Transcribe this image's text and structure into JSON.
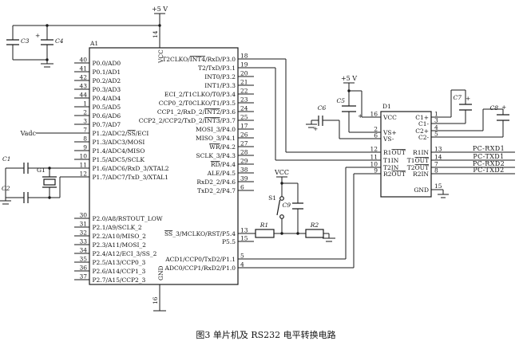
{
  "caption": "图3  单片机及 RS232 电平转换电路",
  "power": {
    "vcc_left": "+5 V",
    "vcc_right": "+5 V",
    "vcc_reset": "VCC",
    "vadc": "Vadc"
  },
  "symbols": {
    "plus": "+"
  },
  "mcu": {
    "ref": "A1",
    "power_pin": {
      "num": "14",
      "label": "VCC"
    },
    "ground_pin": {
      "num": "16",
      "label": "GND"
    },
    "left_pins": [
      {
        "num": "40",
        "label": "P0.0/AD0"
      },
      {
        "num": "41",
        "label": "P0.1/AD1"
      },
      {
        "num": "42",
        "label": "P0.2/AD2"
      },
      {
        "num": "43",
        "label": "P0.3/AD3"
      },
      {
        "num": "44",
        "label": "P0.4/AD4"
      },
      {
        "num": "1",
        "label": "P0.5/AD5"
      },
      {
        "num": "2",
        "label": "P0.6/AD6"
      },
      {
        "num": "3",
        "label": "P0.7/AD7"
      },
      {
        "num": "7",
        "label": "P1.2/ADC2/SS/ECI",
        "ov": "SS"
      },
      {
        "num": "8",
        "label": "P1.3/ADC3/MOSI"
      },
      {
        "num": "9",
        "label": "P1.4/ADC4/MISO"
      },
      {
        "num": "10",
        "label": "P1.5/ADC5/SCLK"
      },
      {
        "num": "11",
        "label": "P1.6/ADC6/RxD_3/XTAL2"
      },
      {
        "num": "12",
        "label": "P1.7/ADC7/TxD_3/XTAL1"
      },
      {
        "num": "30",
        "label": "P2.0/A8/RSTOUT_LOW"
      },
      {
        "num": "31",
        "label": "P2.1/A9/SCLK_2"
      },
      {
        "num": "32",
        "label": "P2.2/A10/MISO_2"
      },
      {
        "num": "33",
        "label": "P2.3/A11/MOSI_2"
      },
      {
        "num": "34",
        "label": "P2.4/A12/ECI_3/SS_2"
      },
      {
        "num": "35",
        "label": "P2.5/A13/CCP0_3"
      },
      {
        "num": "36",
        "label": "P2.6/A14/CCP1_3"
      },
      {
        "num": "37",
        "label": "P2.7/A15/CCP2_3"
      }
    ],
    "right_pins": [
      {
        "num": "18",
        "label": "T2CLKO/INT4/RxD/P3.0",
        "ov": "INT4"
      },
      {
        "num": "19",
        "label": "T2/TxD/P3.1"
      },
      {
        "num": "20",
        "label": "INT0/P3.2"
      },
      {
        "num": "21",
        "label": "INT1/P3.3"
      },
      {
        "num": "22",
        "label": "ECI_2/T1CLKO/T0/P3.4"
      },
      {
        "num": "23",
        "label": "CCP0_2/T0CLKO/T1/P3.5"
      },
      {
        "num": "24",
        "label": "CCP1_2/RxD_2/INT2/P3.6",
        "ov": "INT2"
      },
      {
        "num": "25",
        "label": "CCP2_2/CCP2/TxD_2/INT3/P3.7",
        "ov": "INT3"
      },
      {
        "num": "17",
        "label": "MOSI_3/P4.0"
      },
      {
        "num": "26",
        "label": "MISO_3/P4.1"
      },
      {
        "num": "27",
        "label": "WR/P4.2",
        "ov": "WR"
      },
      {
        "num": "28",
        "label": "SCLK_3/P4.3"
      },
      {
        "num": "29",
        "label": "RD/P4.4",
        "ov": "RD"
      },
      {
        "num": "38",
        "label": "ALE/P4.5"
      },
      {
        "num": "39",
        "label": "RxD2_2/P4.6"
      },
      {
        "num": "6",
        "label": "TxD2_2/P4.7"
      },
      {
        "num": "13",
        "label": "SS_3/MCLKO/RST/P5.4",
        "ov": "SS"
      },
      {
        "num": "15",
        "label": "P5.5"
      },
      {
        "num": "5",
        "label": "ACD1/CCP0/TxD2/P1.1"
      },
      {
        "num": "4",
        "label": "ADC0/CCP1/RxD2/P1.0"
      }
    ]
  },
  "driver": {
    "ref": "D1",
    "left_pins": [
      {
        "num": "16",
        "label": "VCC"
      },
      {
        "num": "2",
        "label": "VS+"
      },
      {
        "num": "6",
        "label": "VS-"
      },
      {
        "num": "12",
        "label": "R1OUT",
        "ov": "OUT"
      },
      {
        "num": "11",
        "label": "T1IN"
      },
      {
        "num": "10",
        "label": "T2IN"
      },
      {
        "num": "9",
        "label": "R2OUT",
        "ov": "OUT"
      }
    ],
    "right_pins": [
      {
        "num": "1",
        "label": "C1+"
      },
      {
        "num": "3",
        "label": "C1-"
      },
      {
        "num": "4",
        "label": "C2+"
      },
      {
        "num": "5",
        "label": "C2-"
      },
      {
        "num": "13",
        "label": "R1IN"
      },
      {
        "num": "14",
        "label": "T1OUT",
        "ov": "OUT"
      },
      {
        "num": "7",
        "label": "T2OUT",
        "ov": "OUT"
      },
      {
        "num": "8",
        "label": "R2IN"
      }
    ],
    "gnd_pin": {
      "num": "15",
      "label": "GND"
    }
  },
  "net_labels": [
    "PC-RXD1",
    "PC-TXD1",
    "PC-RXD2",
    "PC-TXD2"
  ],
  "components": {
    "c1": "C1",
    "c2": "C2",
    "c3": "C3",
    "c4": "C4",
    "c5": "C5",
    "c6": "C6",
    "c7": "C7",
    "c8": "C8",
    "c9": "C9",
    "g1": "G1",
    "r1": "R1",
    "r2": "R2",
    "s1": "S1"
  },
  "colors": {
    "line": "#1a1a1a",
    "background": "#ffffff"
  }
}
